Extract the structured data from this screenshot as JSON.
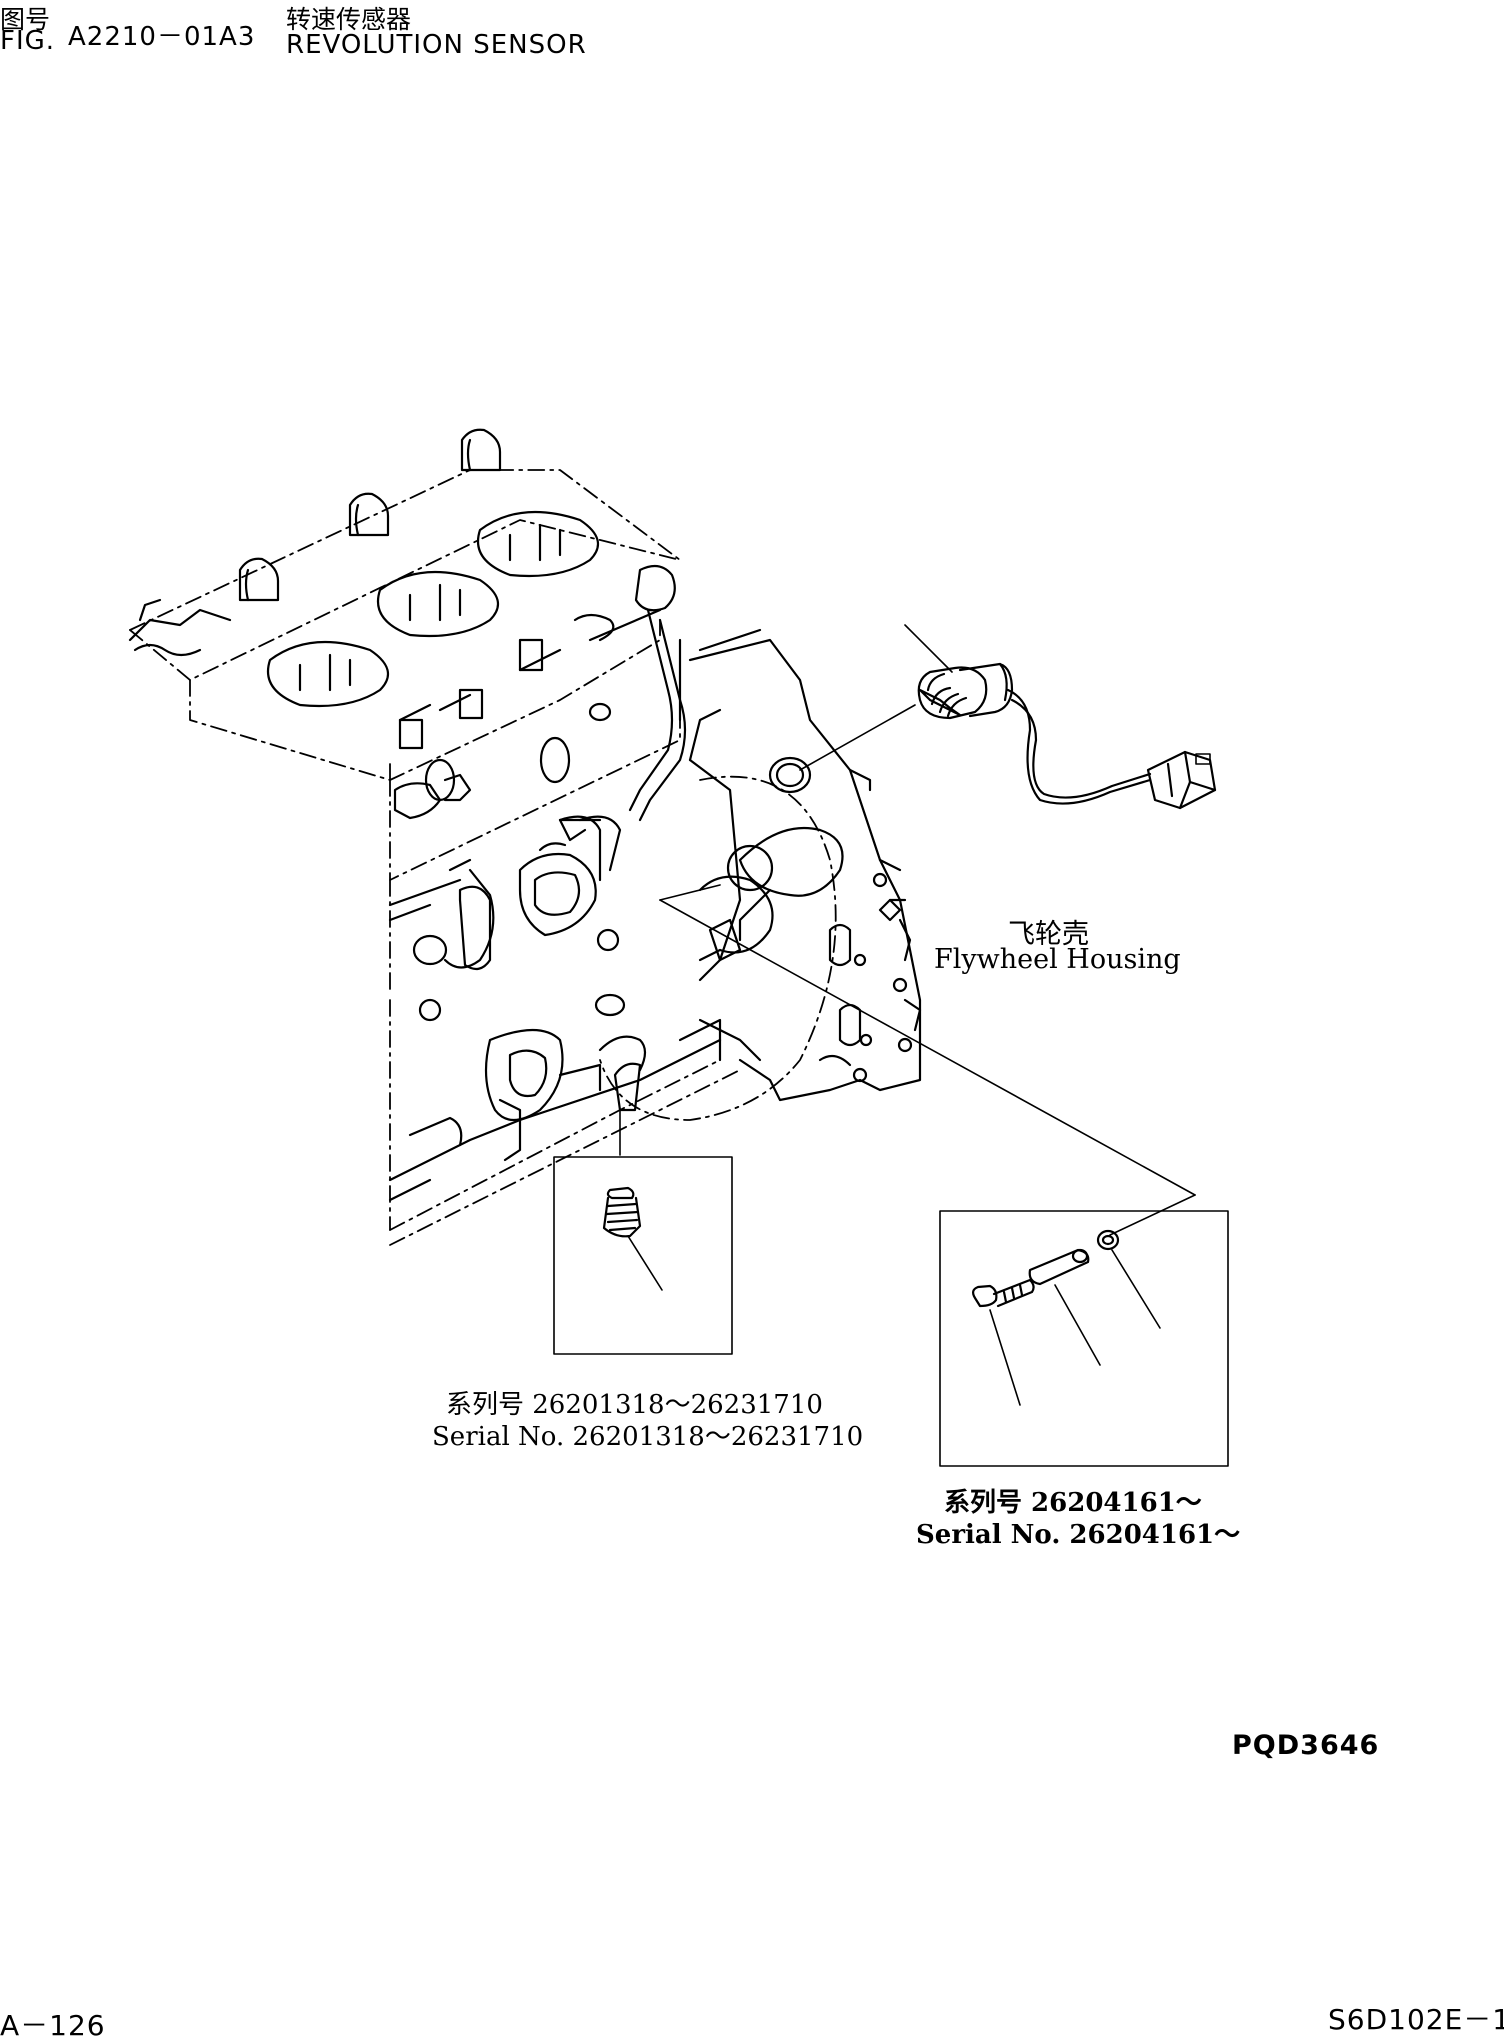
{
  "header": {
    "fig_label_cn": "图号",
    "fig_label_en": "FIG.",
    "fig_number": "A2210－01A3",
    "title_cn": "转速传感器",
    "title_en": "REVOLUTION SENSOR"
  },
  "labels": {
    "flywheel_cn": "飞轮壳",
    "flywheel_en": "Flywheel Housing"
  },
  "inset_left": {
    "serial_cn": "系列号 26201318～26231710",
    "serial_en": "Serial No.  26201318～26231710"
  },
  "inset_right": {
    "serial_cn": "系列号 26204161～",
    "serial_en": "Serial No.  26204161～"
  },
  "drawing_code": "PQD3646",
  "footer": {
    "page": "A－126",
    "model": "S6D102E－1"
  }
}
